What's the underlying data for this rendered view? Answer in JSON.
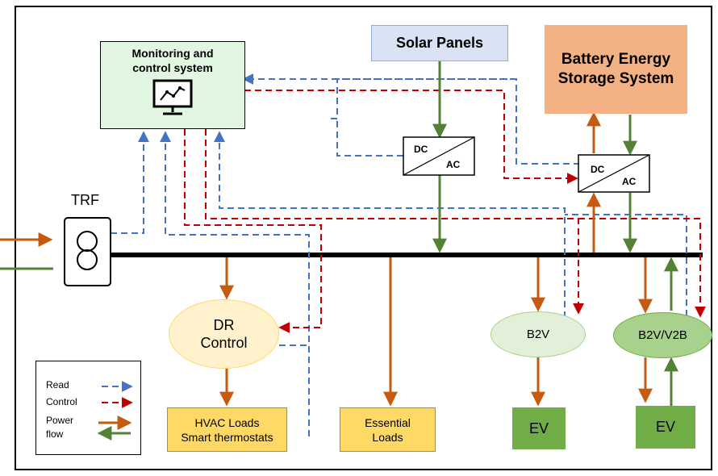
{
  "monitoring": {
    "title_line1": "Monitoring and",
    "title_line2": "control system",
    "icon": "monitor-chart-icon"
  },
  "solar": {
    "label": "Solar Panels"
  },
  "battery": {
    "line1": "Battery Energy",
    "line2": "Storage System"
  },
  "inverter_pv": {
    "dc": "DC",
    "ac": "AC"
  },
  "inverter_bess": {
    "dc": "DC",
    "ac": "AC"
  },
  "transformer": {
    "label": "TRF",
    "icon": "transformer-icon"
  },
  "dr_control": {
    "line1": "DR",
    "line2": "Control"
  },
  "hvac": {
    "line1": "HVAC Loads",
    "line2": "Smart thermostats"
  },
  "essential": {
    "line1": "Essential",
    "line2": "Loads"
  },
  "b2v": {
    "label": "B2V"
  },
  "b2v_v2b": {
    "label": "B2V/V2B"
  },
  "ev1": {
    "label": "EV"
  },
  "ev2": {
    "label": "EV"
  },
  "legend": {
    "read": "Read",
    "control": "Control",
    "power_line1": "Power",
    "power_line2": "flow"
  },
  "colors": {
    "read": "#4472c4",
    "control": "#c00000",
    "power_orange": "#c55a11",
    "power_green": "#548235",
    "monitoring_fill": "#e2f7e2",
    "solar_fill": "#dae3f3",
    "battery_fill": "#f4b183",
    "dr_fill": "#fff2cc",
    "load_fill": "#ffd966",
    "b2v_fill": "#e2f0d9",
    "b2v_v2b_fill": "#a9d18e",
    "ev_fill": "#70ad47"
  }
}
